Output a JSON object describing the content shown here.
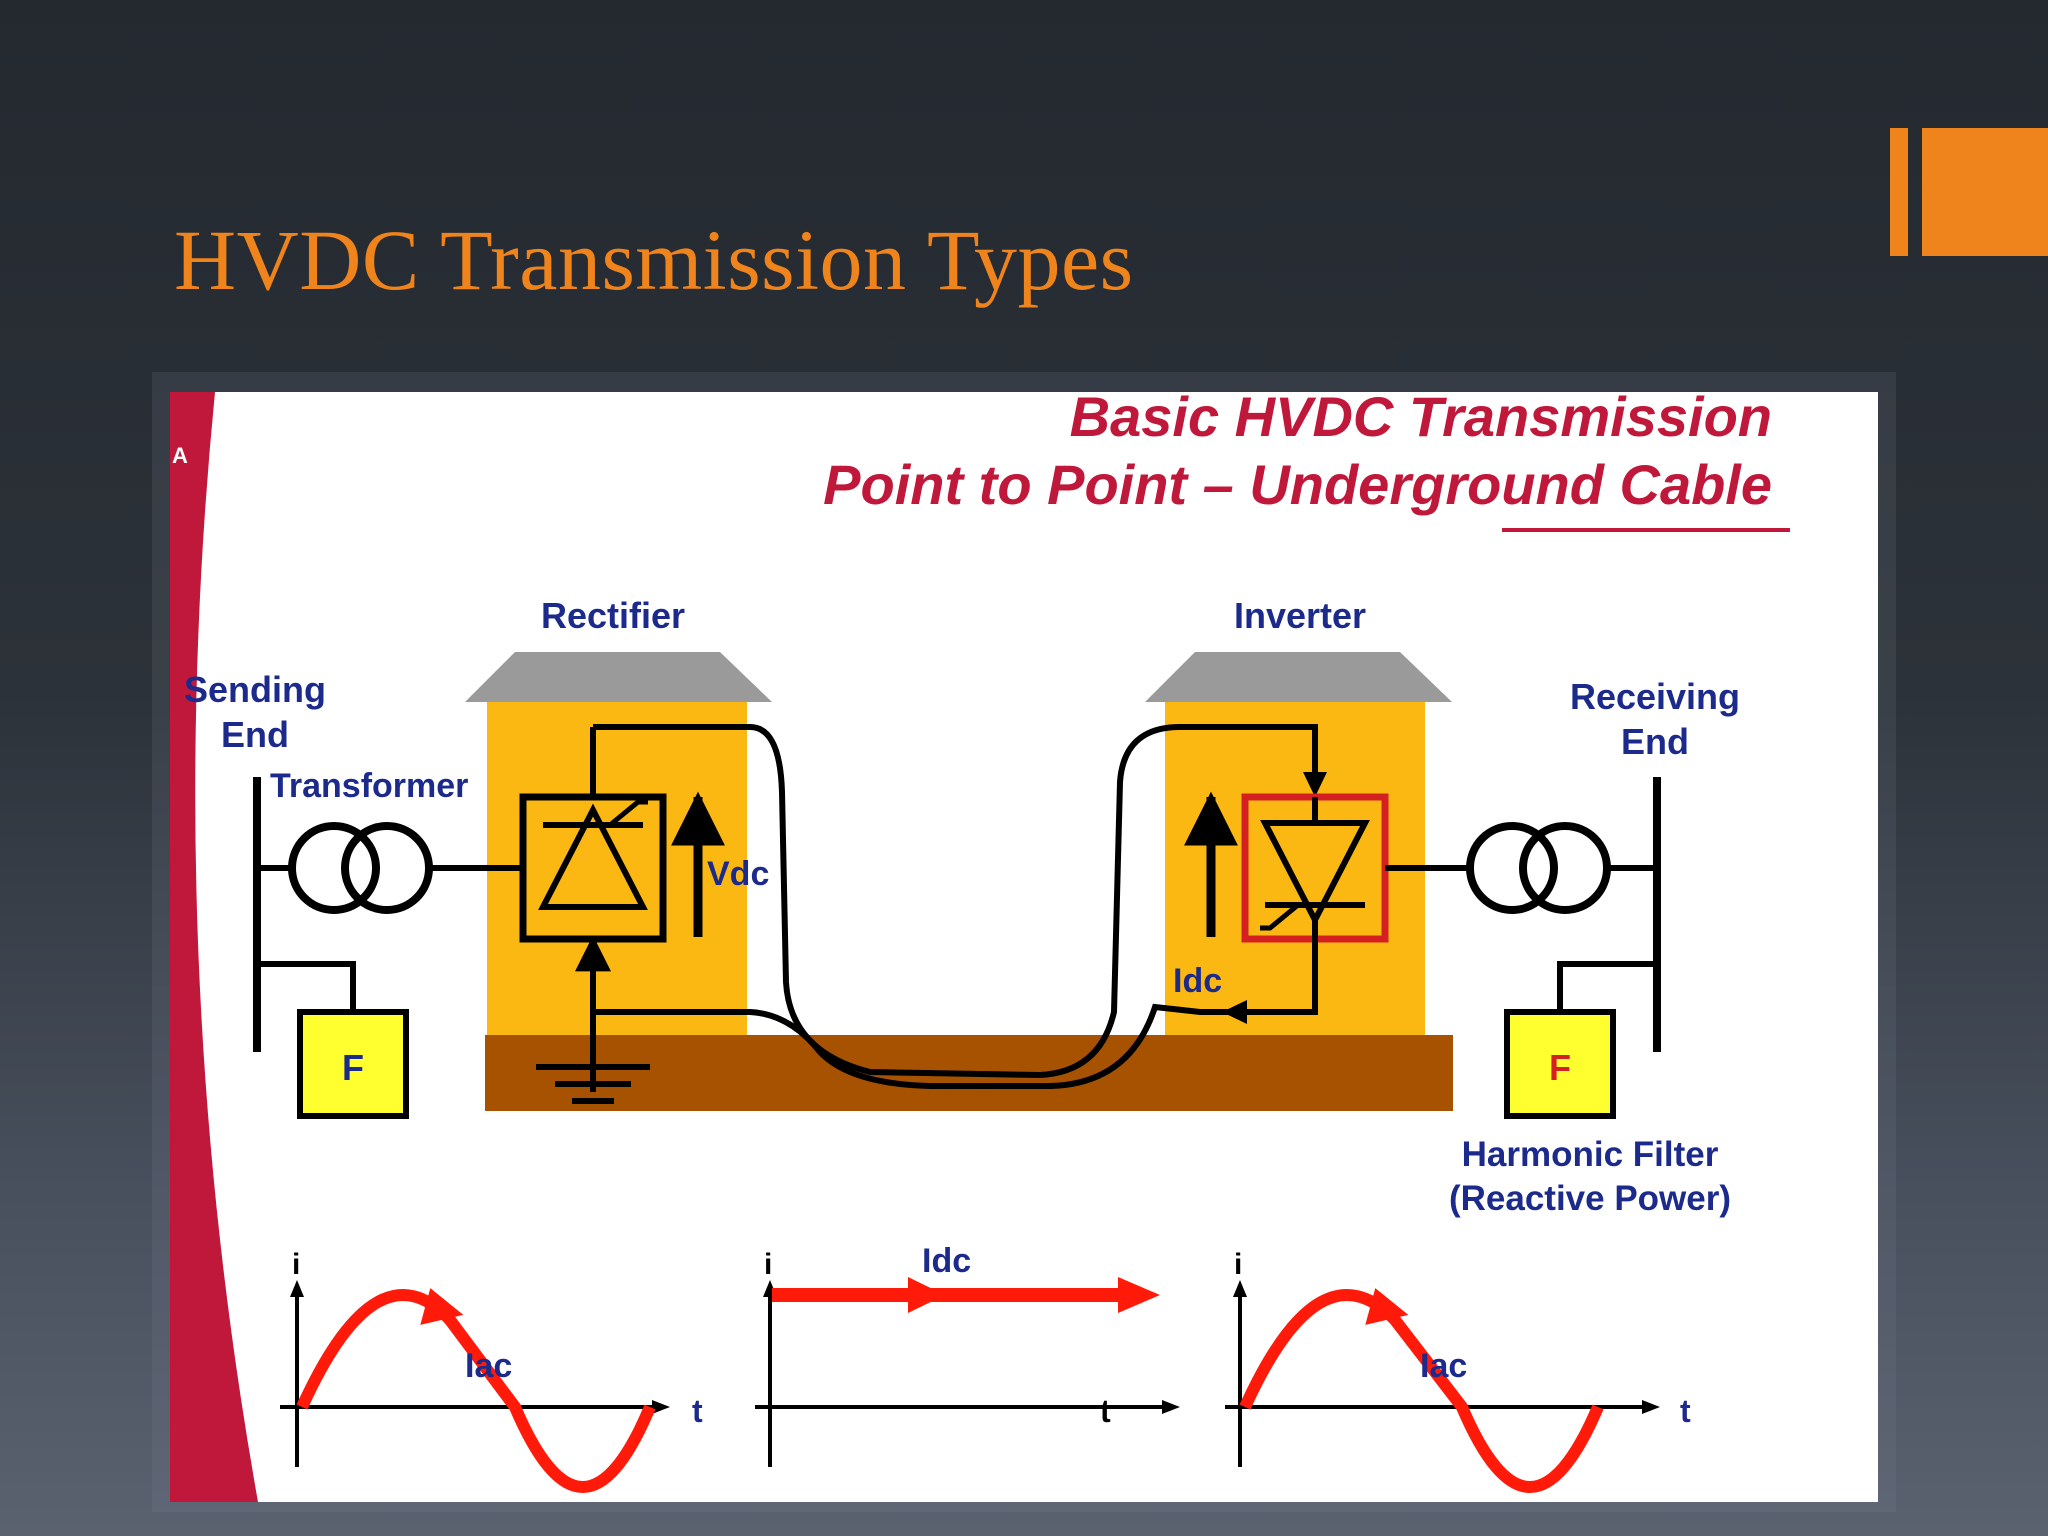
{
  "slide": {
    "title": "HVDC Transmission Types",
    "colors": {
      "accent": "#f0841c",
      "title": "#f0841c"
    }
  },
  "diagram": {
    "corner_mark": "A",
    "title_line1": "Basic HVDC Transmission",
    "title_line2": "Point to Point – Underground Cable",
    "labels": {
      "rectifier": "Rectifier",
      "inverter": "Inverter",
      "sending_line1": "Sending",
      "sending_line2": "End",
      "receiving_line1": "Receiving",
      "receiving_line2": "End",
      "transformer": "Transformer",
      "vdc": "Vdc",
      "idc": "Idc",
      "filter_left": "F",
      "filter_right": "F",
      "harmonic_line1": "Harmonic Filter",
      "harmonic_line2": "(Reactive Power)"
    },
    "graphs": {
      "left": {
        "y_axis": "i",
        "x_axis": "t",
        "curve": "Iac"
      },
      "middle": {
        "y_axis": "i",
        "x_axis": "t",
        "curve": "Idc"
      },
      "right": {
        "y_axis": "i",
        "x_axis": "t",
        "curve": "Iac"
      }
    },
    "colors": {
      "title": "#c0183a",
      "labels": "#1c2a8c",
      "building": "#fbb812",
      "roof": "#9a9a9a",
      "ground": "#a65200",
      "filter": "#ffff30",
      "curve": "#ff1a0a",
      "inverter_box": "#d42020"
    }
  }
}
